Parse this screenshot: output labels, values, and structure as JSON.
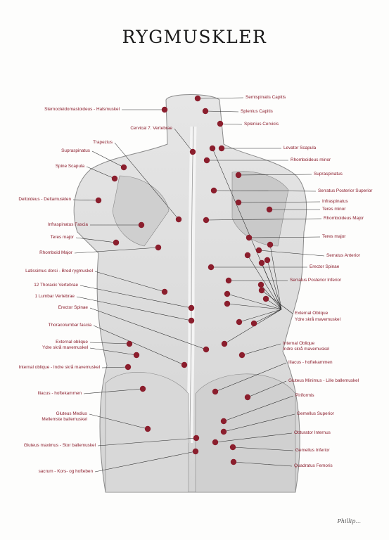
{
  "title": "RYGMUSKLER",
  "signature": "Phillip...",
  "colors": {
    "marker": "#8b1e2d",
    "leader": "#2a2a2a",
    "title": "#1a1a1a"
  },
  "labels_left": [
    "Sternocleidomastoideus - Halsmuskel",
    "Cervical 7. Vertebrae",
    "Trapezius",
    "Supraspinatus",
    "Spine Scapula",
    "Deltoideus - Deltamusklen",
    "Infraspinatus Fascia",
    "Teres major",
    "Rhomboid Major",
    "Latissimus dorsi - Bred rygmuskel",
    "12 Thoracic Vertebrae",
    "1 Lumbar Vertebrae",
    "Erector Spinae",
    "Thoracolumbar fascia",
    "External oblique",
    "Ydre skrå mavemuskel",
    "Internal oblique - Indre skrå mavemuskel",
    "Iliacus - hoftekammen",
    "Gluteus Medius",
    "Mellemste ballemuskel",
    "Gluteus maximus - Stor ballemuskel",
    "sacrum - Kors- og hofteben"
  ],
  "labels_right": [
    "Semispinalis Capitis",
    "Splenius Capitis",
    "Splenius Cervicis",
    "Levator Scapula",
    "Rhomboideus minor",
    "Supraspinatus",
    "Serratus Posterior Superior",
    "Infraspinatus",
    "Teres minor",
    "Rhomboideus Major",
    "Teres major",
    "Serratus Anterior",
    "Erector Spinae",
    "Serratus Posterior Inferior",
    "External Oblique",
    "Ydre skrå mavemuskel",
    "Internal Oblique",
    "Indre skrå mavemuskel",
    "Iliacus - hoftekammen",
    "Gluteus Minimus - Lille ballemuskel",
    "Piriformis",
    "Gemellus Superior",
    "Obturator Internus",
    "Gemellus Inferior",
    "Quadratus Femoris"
  ]
}
